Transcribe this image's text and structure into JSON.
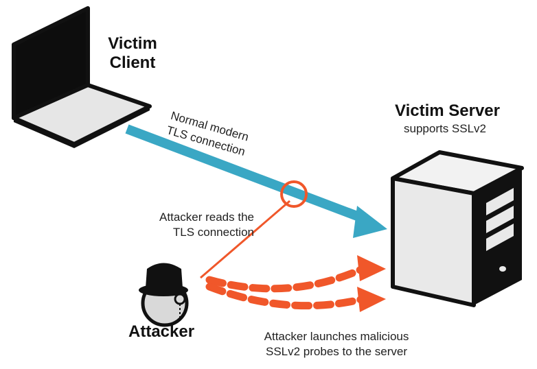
{
  "diagram": {
    "victim_client": {
      "label": "Victim\nClient"
    },
    "victim_server": {
      "title": "Victim Server",
      "subtitle": "supports SSLv2"
    },
    "tls_connection": {
      "label": "Normal modern\nTLS connection"
    },
    "attacker_reads": {
      "label": "Attacker reads the\nTLS connection"
    },
    "attacker": {
      "label": "Attacker"
    },
    "probes": {
      "label": "Attacker launches malicious\nSSLv2 probes to the server"
    }
  },
  "colors": {
    "tls_arrow": "#3aa7c4",
    "attack": "#f0572a",
    "outline": "#111111",
    "laptop_screen": "#0d0d0d",
    "laptop_base": "#e6e6e6",
    "server_face": "#e9e9e9",
    "attacker_face": "#d9d9d9"
  }
}
